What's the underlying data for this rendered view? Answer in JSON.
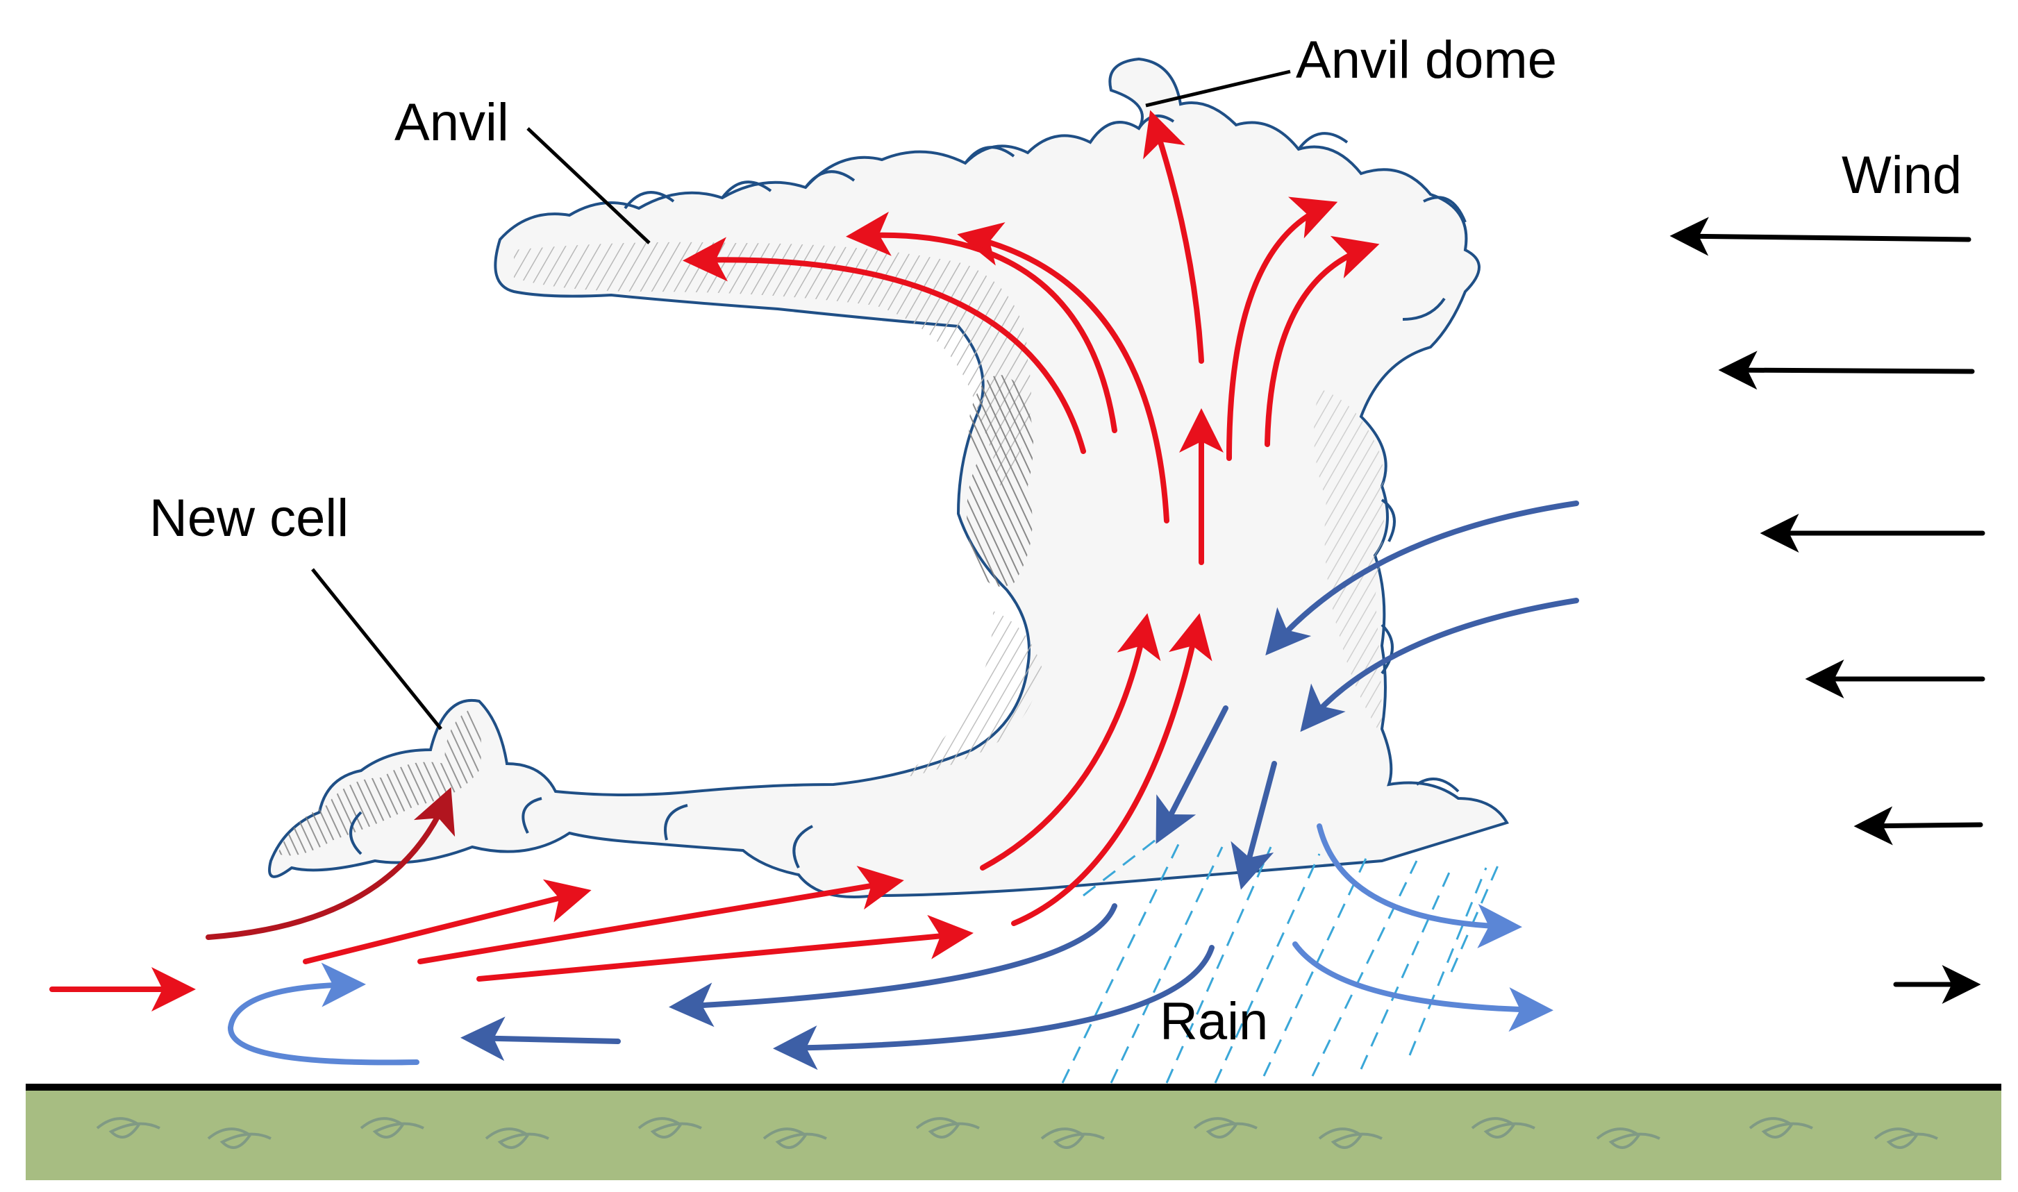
{
  "labels": {
    "anvil_dome": "Anvil dome",
    "anvil": "Anvil",
    "wind": "Wind",
    "new_cell": "New cell",
    "rain": "Rain"
  },
  "colors": {
    "updraft": "#e8101c",
    "updraft_dark": "#c0141e",
    "downdraft": "#3d5fa6",
    "outflow_light": "#5b86d6",
    "rain": "#3aa7d8",
    "wind": "#000000",
    "cloud_outline": "#1f4f86",
    "cloud_shade": "#9a9a9a",
    "ground": "#a7bd82"
  },
  "icons": {
    "wind_arrows": "arrow-left-icon",
    "ground_tufts": "grass-icon"
  }
}
